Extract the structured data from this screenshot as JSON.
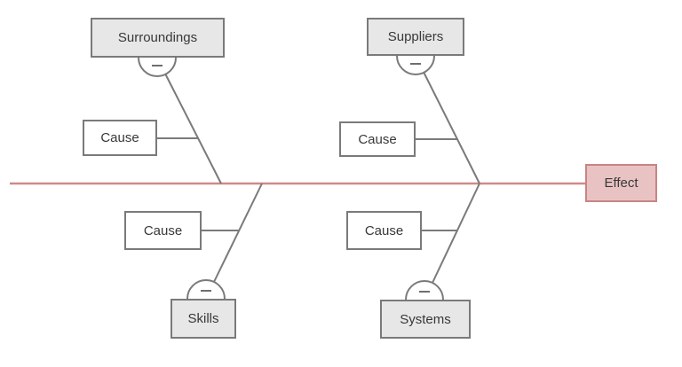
{
  "diagram": {
    "type": "fishbone-cause-effect",
    "effect": {
      "label": "Effect"
    },
    "collapse_symbol": "-",
    "branches": [
      {
        "label": "Surroundings",
        "position": "top-left",
        "causes": [
          "Cause"
        ]
      },
      {
        "label": "Suppliers",
        "position": "top-right",
        "causes": [
          "Cause"
        ]
      },
      {
        "label": "Skills",
        "position": "bottom-left",
        "causes": [
          "Cause"
        ]
      },
      {
        "label": "Systems",
        "position": "bottom-right",
        "causes": [
          "Cause"
        ]
      }
    ],
    "icons": {
      "collapse": "minus-icon"
    },
    "colors": {
      "spine": "#cf8a88",
      "effect_fill": "#e9c3c3",
      "effect_border": "#c98482",
      "category_fill": "#e7e7e7",
      "node_border": "#7a7a7a",
      "cause_fill": "#ffffff",
      "line": "#7a7a7a",
      "text": "#383838"
    }
  }
}
